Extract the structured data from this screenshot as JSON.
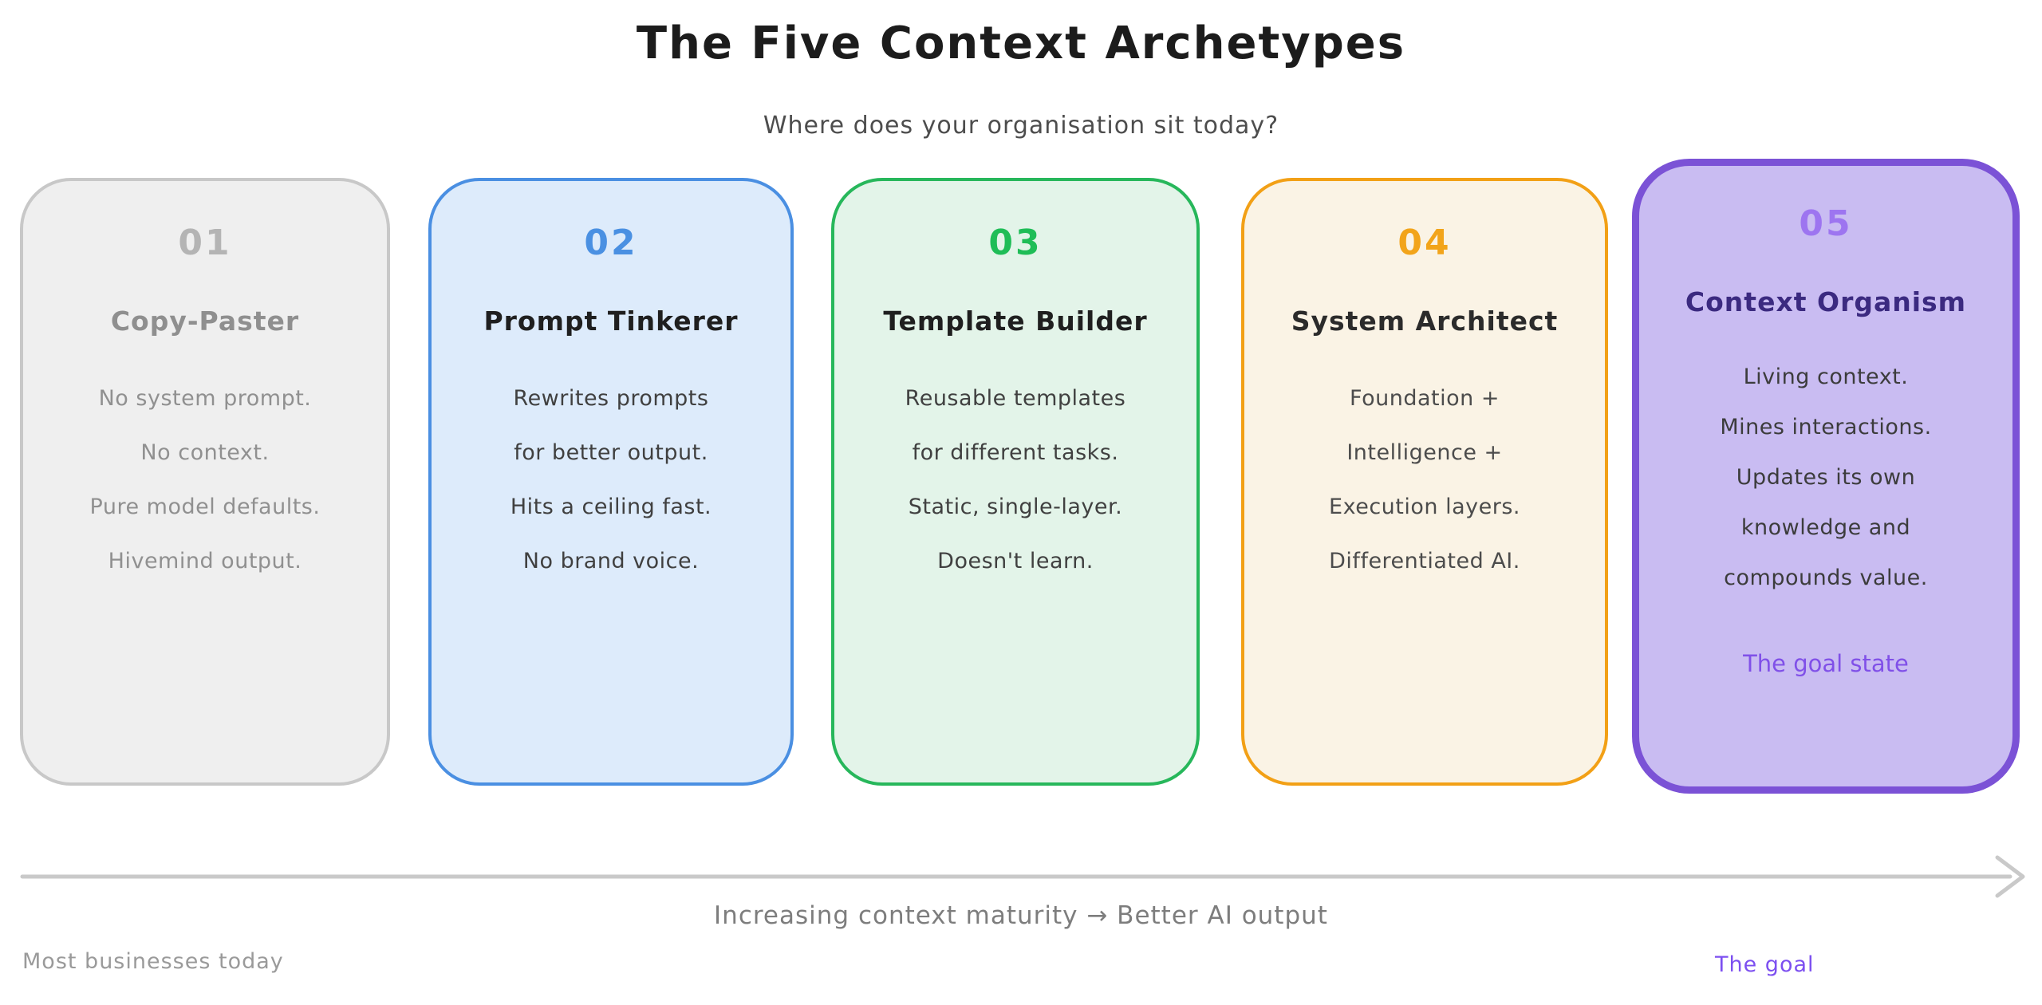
{
  "title": "The Five Context Archetypes",
  "subtitle": "Where does your organisation sit today?",
  "cards": [
    {
      "number": "01",
      "name": "Copy-Paster",
      "lines": [
        "No system prompt.",
        "No context.",
        "Pure model defaults.",
        "Hivemind output."
      ],
      "fill": "#efefef",
      "border": "#c8c8c8",
      "number_color": "#b4b4b4",
      "title_color": "#8f8f8f",
      "text_color": "#909090"
    },
    {
      "number": "02",
      "name": "Prompt Tinkerer",
      "lines": [
        "Rewrites prompts",
        "for better output.",
        "Hits a ceiling fast.",
        "No brand voice."
      ],
      "fill": "#ddebfb",
      "border": "#4a8fe2",
      "number_color": "#4a90e2",
      "title_color": "#1f1f1f",
      "text_color": "#404040"
    },
    {
      "number": "03",
      "name": "Template Builder",
      "lines": [
        "Reusable templates",
        "for different tasks.",
        "Static, single-layer.",
        "Doesn't learn."
      ],
      "fill": "#e3f4e9",
      "border": "#27b75b",
      "number_color": "#1fbd57",
      "title_color": "#1f1f1f",
      "text_color": "#404040"
    },
    {
      "number": "04",
      "name": "System Architect",
      "lines": [
        "Foundation +",
        "Intelligence +",
        "Execution layers.",
        "Differentiated AI."
      ],
      "fill": "#faf3e5",
      "border": "#f2a016",
      "number_color": "#f2a41a",
      "title_color": "#2b2b2b",
      "text_color": "#4c4c4c"
    },
    {
      "number": "05",
      "name": "Context Organism",
      "lines": [
        "Living context.",
        "Mines interactions.",
        "Updates its own",
        "knowledge and",
        "compounds value."
      ],
      "highlight": "The goal state",
      "fill": "#c9bcf2",
      "border": "#7b52d6",
      "number_color": "#9d75f0",
      "title_color": "#3b2a80",
      "text_color": "#3c3c3c",
      "highlight_color": "#8050e8"
    }
  ],
  "axis": {
    "label": "Increasing context maturity → Better AI output",
    "left_label": "Most businesses today",
    "right_label": "The goal",
    "arrow_color": "#c9c9c9",
    "label_color": "#7d7d7d",
    "left_label_color": "#9a9a9a",
    "right_label_color": "#7c4ff0"
  }
}
